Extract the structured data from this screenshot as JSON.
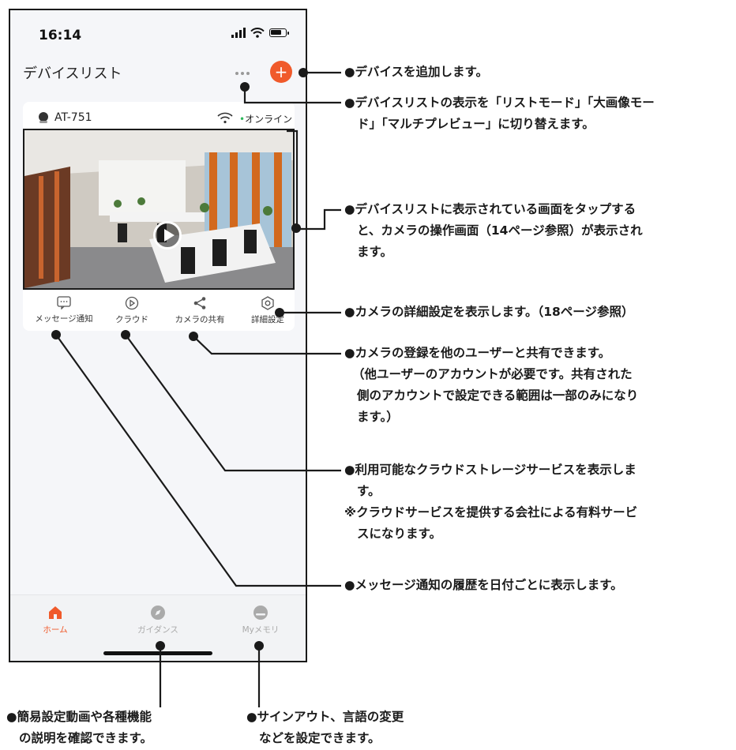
{
  "status": {
    "time": "16:14"
  },
  "header": {
    "title": "デバイスリスト"
  },
  "device": {
    "name": "AT-751",
    "status_dot": "•",
    "status": "オンライン"
  },
  "actions": [
    {
      "label": "メッセージ通知",
      "icon": "message-icon"
    },
    {
      "label": "クラウド",
      "icon": "cloud-play-icon"
    },
    {
      "label": "カメラの共有",
      "icon": "share-icon"
    },
    {
      "label": "詳細設定",
      "icon": "settings-icon"
    }
  ],
  "tabs": [
    {
      "label": "ホーム",
      "icon": "home-icon",
      "active": true
    },
    {
      "label": "ガイダンス",
      "icon": "compass-icon",
      "active": false
    },
    {
      "label": "Myメモリ",
      "icon": "profile-icon",
      "active": false
    }
  ],
  "colors": {
    "accent": "#f05a2b",
    "online": "#2eb85c",
    "inactive": "#aaaaaa"
  },
  "callouts": {
    "add": "●デバイスを追加します。",
    "view_1": "●デバイスリストの表示を「リストモード」「大画像モー",
    "view_2": "ド」「マルチプレビュー」に切り替えます。",
    "tap_1": "●デバイスリストに表示されている画面をタップする",
    "tap_2": "と、カメラの操作画面（14ページ参照）が表示され",
    "tap_3": "ます。",
    "detail": "●カメラの詳細設定を表示します。（18ページ参照）",
    "share_1": "●カメラの登録を他のユーザーと共有できます。",
    "share_2": "（他ユーザーのアカウントが必要です。共有された",
    "share_3": "側のアカウントで設定できる範囲は一部のみになり",
    "share_4": "ます。）",
    "cloud_1": "●利用可能なクラウドストレージサービスを表示しま",
    "cloud_2": "す。",
    "cloud_3": "※クラウドサービスを提供する会社による有料サービ",
    "cloud_4": "スになります。",
    "message": "●メッセージ通知の履歴を日付ごとに表示します。",
    "guide_1": "●簡易設定動画や各種機能",
    "guide_2": "の説明を確認できます。",
    "memory_1": "●サインアウト、言語の変更",
    "memory_2": "などを設定できます。"
  }
}
